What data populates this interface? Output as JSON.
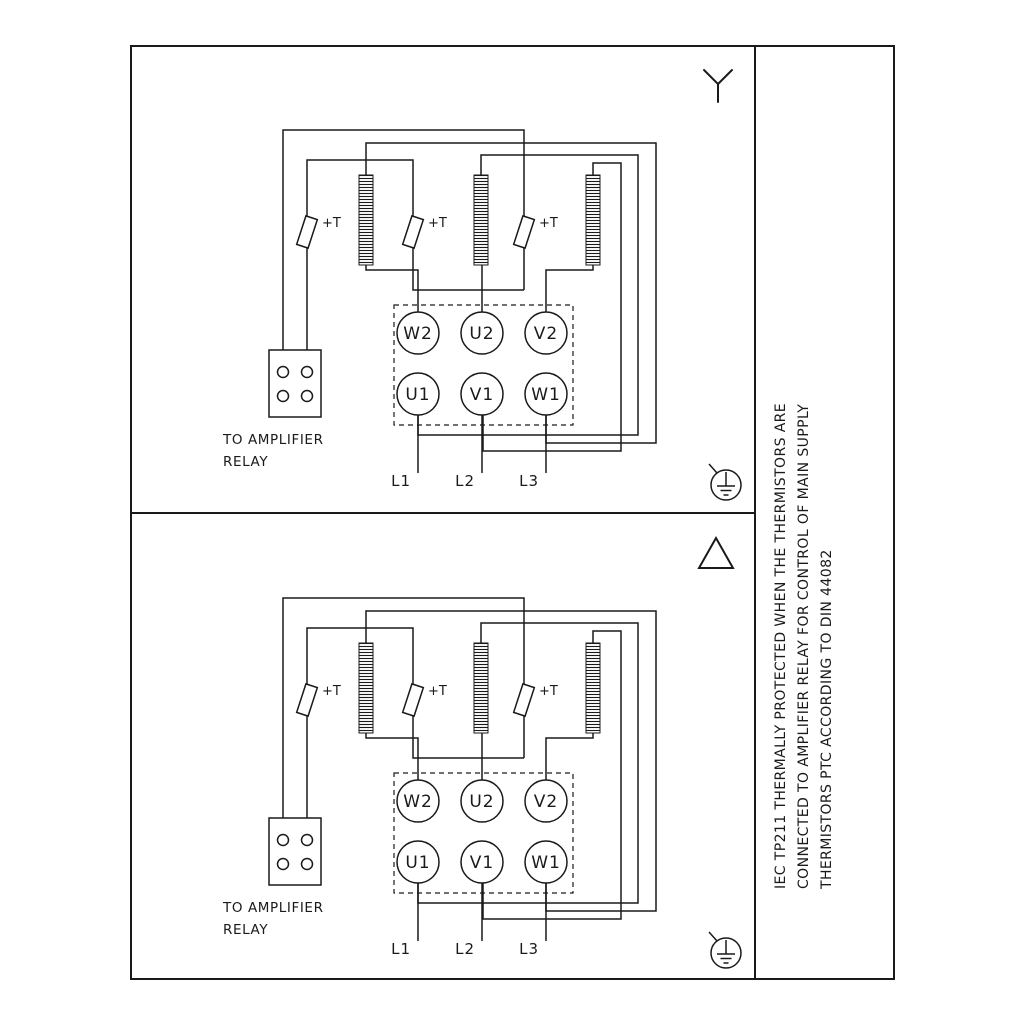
{
  "terminal_labels": {
    "w2": "W2",
    "u2": "U2",
    "v2": "V2",
    "u1": "U1",
    "v1": "V1",
    "w1": "W1"
  },
  "thermistor_label": "+T",
  "relay_caption": {
    "line1": "TO AMPLIFIER",
    "line2": "RELAY"
  },
  "supply_labels": {
    "l1": "L1",
    "l2": "L2",
    "l3": "L3"
  },
  "side_note": {
    "line1": "IEC TP211 THERMALLY PROTECTED WHEN THE THERMISTORS ARE",
    "line2": "CONNECTED TO AMPLIFIER RELAY FOR CONTROL OF MAIN SUPPLY",
    "line3": "THERMISTORS PTC ACCORDING TO DIN 44082"
  },
  "icons": {
    "top_panel": "star-connection",
    "bottom_panel": "delta-connection",
    "corner": "protective-earth-ground"
  },
  "colors": {
    "line": "#1a1a1a",
    "background": "#ffffff"
  }
}
